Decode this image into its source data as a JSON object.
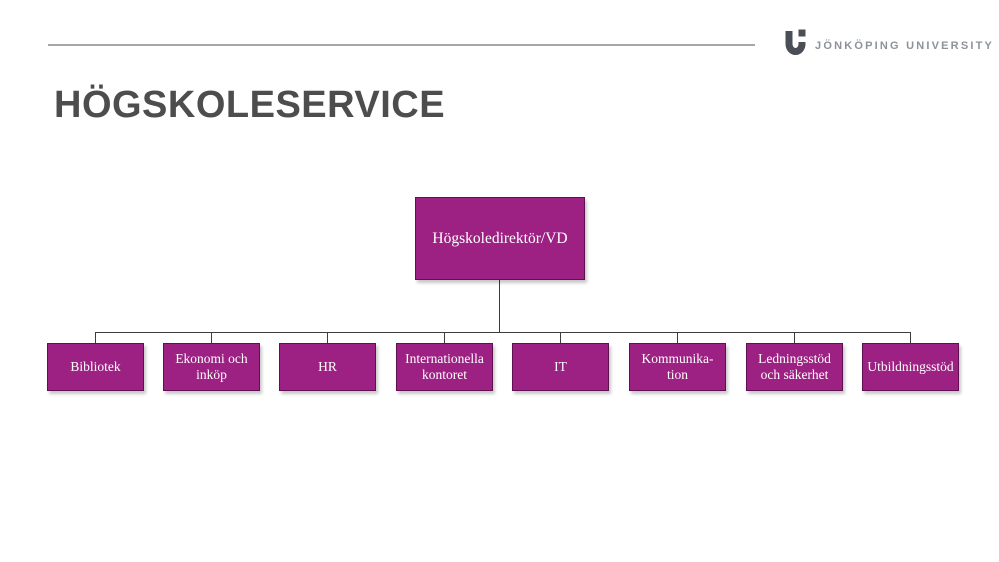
{
  "header": {
    "title": "HÖGSKOLESERVICE",
    "logo_text": "JÖNKÖPING UNIVERSITY"
  },
  "colors": {
    "box_fill": "#9c2183",
    "box_border": "#5f1050",
    "box_text": "#ffffff",
    "connector": "#3c3c3c",
    "title_text": "#4d4d4d",
    "logo_text": "#8d929a",
    "header_rule": "#a6a6a6"
  },
  "icons": {
    "logo_mark": "jonkoping-university-ju-monogram"
  },
  "org_chart": {
    "root": {
      "label": "Högskoledirektör/VD"
    },
    "children": [
      {
        "label": "Bibliotek"
      },
      {
        "label": "Ekonomi och\ninköp"
      },
      {
        "label": "HR"
      },
      {
        "label": "Internationella\nkontoret"
      },
      {
        "label": "IT"
      },
      {
        "label": "Kommunika-\ntion"
      },
      {
        "label": "Ledningsstöd\noch säkerhet"
      },
      {
        "label": "Utbildningsstöd"
      }
    ]
  }
}
